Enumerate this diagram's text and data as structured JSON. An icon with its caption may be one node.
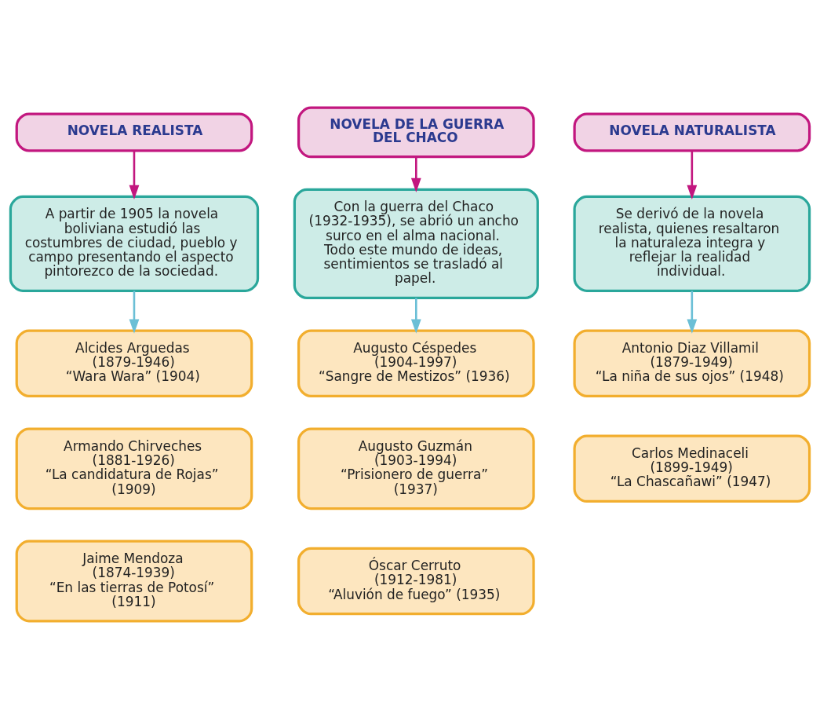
{
  "diagram": {
    "nodes": [
      {
        "text": [
          "NOVELA REALISTA"
        ]
      },
      {
        "text": [
          "NOVELA DE LA GUERRA DEL CHACO"
        ]
      },
      {
        "text": [
          "NOVELA NATURALISTA"
        ]
      },
      {
        "text": [
          "A partir de 1905 la novela boliviana estudió las costumbres de ciudad, pueblo y campo presentando el aspecto pintorezco de la sociedad."
        ]
      },
      {
        "text": [
          "Con la guerra del Chaco (1932-1935), se abrió un ancho surco en el alma nacional. Todo este mundo de ideas, sentimientos se trasladó al papel."
        ]
      },
      {
        "text": [
          "Se derivó de la novela realista, quienes resaltaron la naturaleza integra y reflejar la realidad individual."
        ]
      },
      {
        "text": [
          "Alcides Arguedas",
          "(1879-1946)",
          "“Wara Wara” (1904)"
        ]
      },
      {
        "text": [
          "Armando Chirveches",
          "(1881-1926)",
          "“La candidatura de Rojas” (1909)"
        ]
      },
      {
        "text": [
          "Jaime Mendoza",
          "(1874-1939)",
          "“En las tierras de Potosí” (1911)"
        ]
      },
      {
        "text": [
          "Augusto Céspedes",
          "(1904-1997)",
          "“Sangre de Mestizos” (1936)"
        ]
      },
      {
        "text": [
          "Augusto Guzmán",
          "(1903-1994)",
          "“Prisionero de guerra” (1937)"
        ]
      },
      {
        "text": [
          "Óscar Cerruto",
          "(1912-1981)",
          "“Aluvión de fuego” (1935)"
        ]
      },
      {
        "text": [
          "Antonio Diaz Villamil",
          "(1879-1949)",
          "“La niña de sus ojos” (1948)"
        ]
      },
      {
        "text": [
          "Carlos Medinaceli",
          "(1899-1949)",
          "“La Chascañawi” (1947)"
        ]
      }
    ],
    "edges": [
      {
        "from": 0,
        "to": 3,
        "arrow": "to",
        "color": "#c2177f"
      },
      {
        "from": 1,
        "to": 4,
        "arrow": "to",
        "color": "#c2177f"
      },
      {
        "from": 2,
        "to": 5,
        "arrow": "to",
        "color": "#c2177f"
      },
      {
        "from": 3,
        "to": 6,
        "arrow": "to",
        "color": "#6bbfd6"
      },
      {
        "from": 4,
        "to": 9,
        "arrow": "to",
        "color": "#6bbfd6"
      },
      {
        "from": 5,
        "to": 12,
        "arrow": "to",
        "color": "#6bbfd6"
      }
    ]
  }
}
